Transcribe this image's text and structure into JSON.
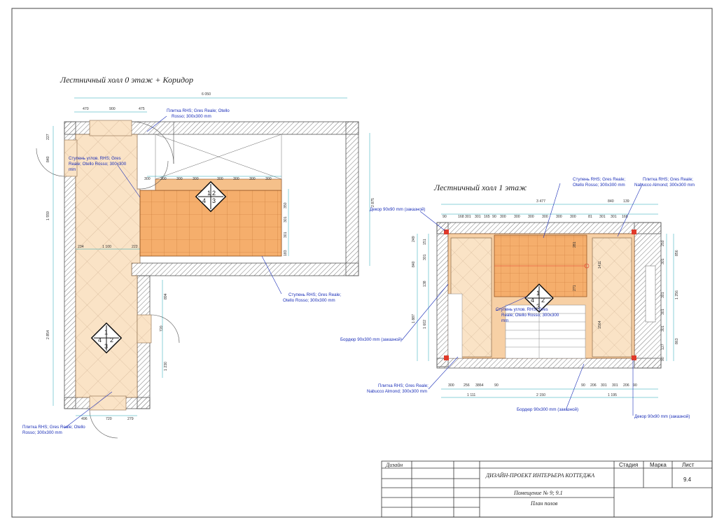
{
  "titles": {
    "plan0": "Лестничный холл 0 этаж + Коридор",
    "plan1": "Лестничный холл 1 этаж"
  },
  "plan0_labels": {
    "tile_top": [
      "Плитка RHS; Gres Reale; Otello",
      "Rosso; 300x300 mm"
    ],
    "corner_step": [
      "Ступень углов. RHS; Gres",
      "Reale; Otello Rosso; 300x300",
      "mm"
    ],
    "step": [
      "Ступень RHS; Gres Reale;",
      "Otello Rosso; 300x300 mm"
    ],
    "tile_bottom": [
      "Плитка RHS; Gres Reale; Otello",
      "Rosso; 300x300 mm"
    ]
  },
  "plan1_labels": {
    "step": [
      "Ступень RHS; Gres Reale;",
      "Otello Rosso; 300x300 mm"
    ],
    "tile_almond_top": [
      "Плитка RHS; Gres Reale;",
      "Nabucco Almond; 300x300 mm"
    ],
    "decor_top": [
      "Декор 90x90 mm (заказной)"
    ],
    "border_left": [
      "Бордюр 90x300 mm (заказной)"
    ],
    "corner_step": [
      "Ступень углов. RHS; Gres",
      "Reale; Otello Rosso; 300x300",
      "mm"
    ],
    "tile_almond_bottom": [
      "Плитка RHS; Gres Reale;",
      "Nabucco Almond; 300x300 mm"
    ],
    "border_bottom": [
      "Бордюр 90x300 mm (заказной)"
    ],
    "decor_bottom": [
      "Декор 90x90 mm (заказной)"
    ]
  },
  "plan0_dims": {
    "overall": "6 050",
    "top_seg": [
      "470",
      "900",
      "475"
    ],
    "left_a": "227",
    "left_b": "840",
    "left_c": "1 559",
    "left_d": "2 854",
    "mid": [
      "234",
      "1 100",
      "222"
    ],
    "row300": [
      "300",
      "300",
      "300",
      "300",
      "300",
      "300",
      "300",
      "300"
    ],
    "right_a": "2 875",
    "small": [
      "350",
      "301",
      "301",
      "183"
    ],
    "door": [
      "894",
      "720",
      "1 230"
    ],
    "bottom": [
      "496",
      "720",
      "279"
    ]
  },
  "plan1_dims": {
    "overall": "3 477",
    "top_row": [
      "90",
      "168",
      "301",
      "301",
      "165",
      "90",
      "300",
      "300",
      "300",
      "300",
      "300",
      "300",
      "81",
      "301",
      "301",
      "168"
    ],
    "right_top": [
      "840",
      "139"
    ],
    "left_col": [
      "249",
      "840",
      "1 887",
      "1 602"
    ],
    "left_small": [
      "151",
      "301",
      "138"
    ],
    "right_col": [
      "856",
      "1 256",
      "863"
    ],
    "right_small": [
      "250",
      "301",
      "301",
      "301",
      "301",
      "127",
      "90"
    ],
    "bottom_row": [
      "300",
      "256",
      "3864",
      "90",
      "90",
      "206",
      "301",
      "301",
      "206",
      "90"
    ],
    "bottom_total": [
      "1 111",
      "2 150",
      "1 195"
    ],
    "inner": [
      "281",
      "1411",
      "1564",
      "271"
    ]
  },
  "markers": {
    "sequence": [
      "1",
      "2",
      "3",
      "4"
    ]
  },
  "title_block": {
    "design_label": "Дизайн",
    "project": "ДИЗАЙН-ПРОЕКТ ИНТЕРЬЕРА КОТТЕДЖА",
    "room": "Помещение № 9; 9.1",
    "sheet_name": "План полов",
    "stage_label": "Стадия",
    "mark_label": "Марка",
    "sheet_label": "Лист",
    "sheet_value": "9.4"
  },
  "colors": {
    "wall_hatch": "#7a7a7a",
    "tile_beige": "#fae3c6",
    "tile_orange": "#f5ae6c",
    "line_blue": "#1b2fb8",
    "dim_cyan": "#1aa3b3",
    "accent_red": "#e03a2a"
  }
}
